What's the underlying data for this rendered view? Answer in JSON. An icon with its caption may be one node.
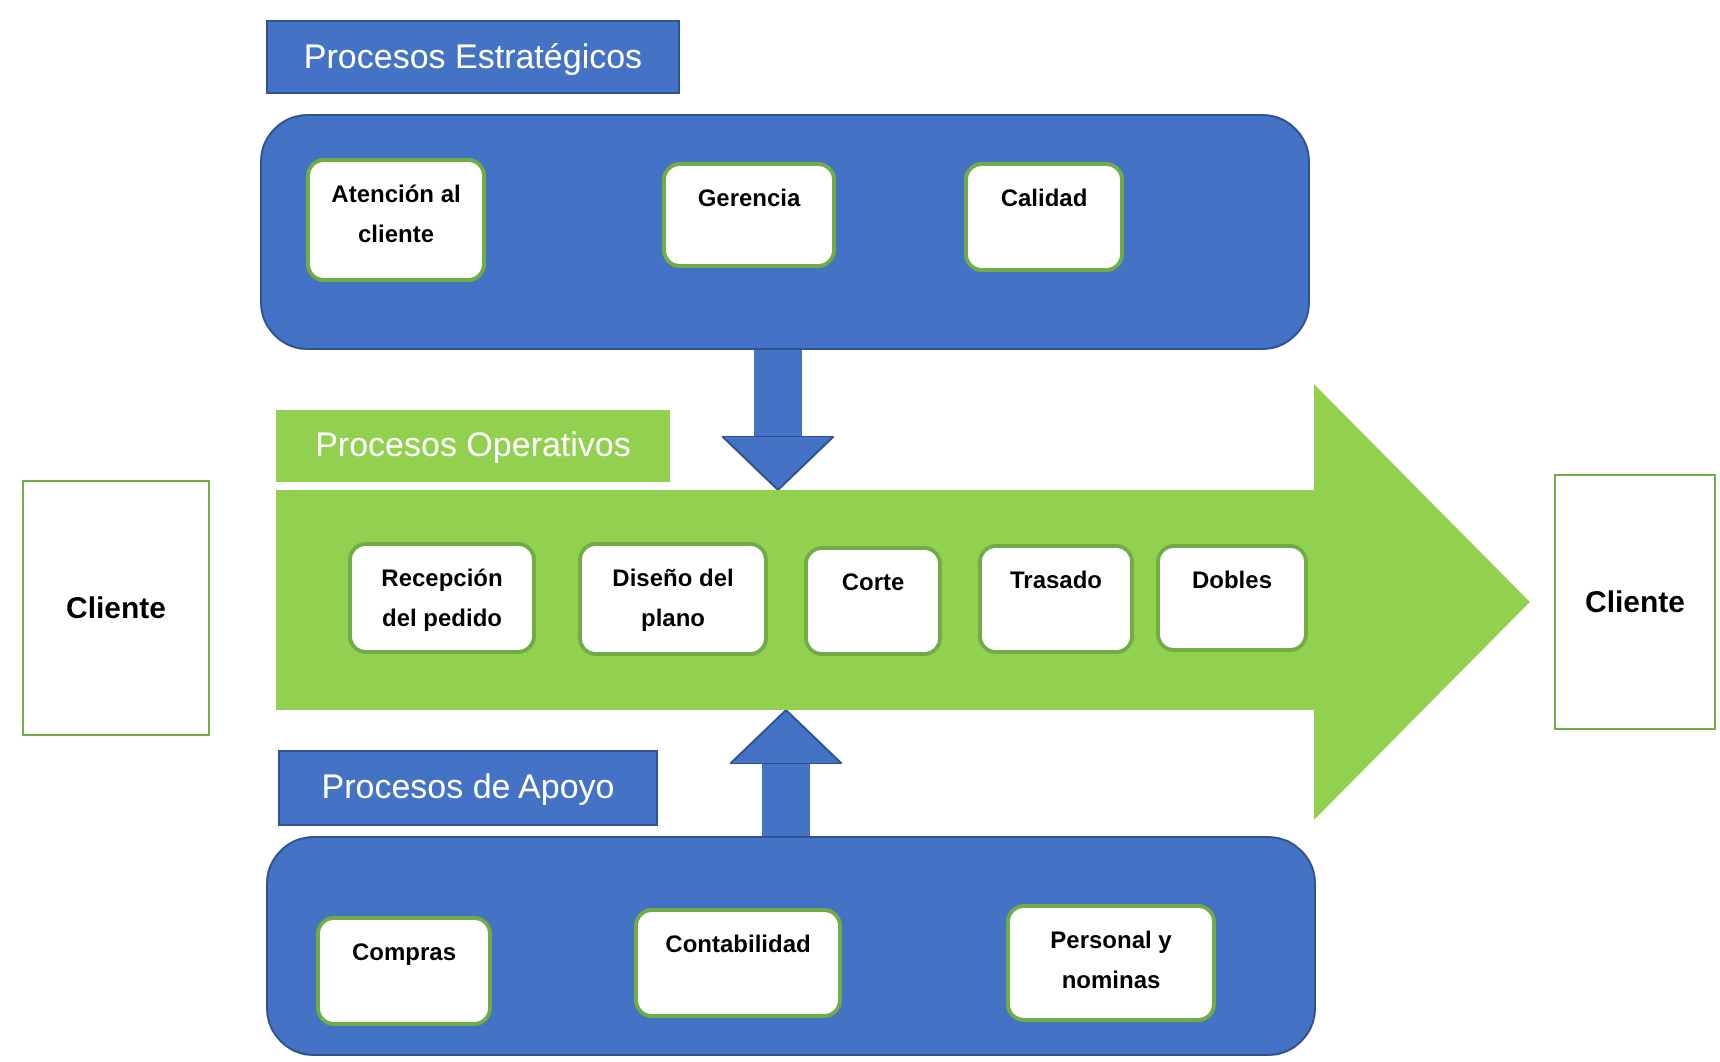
{
  "diagram": {
    "nodes": [
      {
        "text": [
          "Procesos Estratégicos"
        ]
      },
      {
        "text": [],
        "shape": "box"
      },
      {
        "text": [
          "Atención al cliente"
        ],
        "in": 1
      },
      {
        "text": [
          "Gerencia"
        ],
        "in": 1
      },
      {
        "text": [
          "Calidad"
        ],
        "in": 1
      },
      {
        "text": [
          "Procesos Operativos"
        ]
      },
      {
        "text": [],
        "shape": "arrow"
      },
      {
        "text": [
          "Recepción del pedido"
        ],
        "in": 6
      },
      {
        "text": [
          "Diseño del plano"
        ],
        "in": 6
      },
      {
        "text": [
          "Corte"
        ],
        "in": 6
      },
      {
        "text": [
          "Trasado"
        ],
        "in": 6
      },
      {
        "text": [
          "Dobles"
        ],
        "in": 6
      },
      {
        "text": [
          "Procesos de Apoyo"
        ]
      },
      {
        "text": [],
        "shape": "box"
      },
      {
        "text": [
          "Compras"
        ],
        "in": 13
      },
      {
        "text": [
          "Contabilidad"
        ],
        "in": 13
      },
      {
        "text": [
          "Personal y nominas"
        ],
        "in": 13
      },
      {
        "text": [
          "Cliente"
        ]
      },
      {
        "text": [
          "Cliente"
        ]
      }
    ],
    "edges": [
      {
        "from": 1,
        "to": 6,
        "arrow": "to"
      },
      {
        "from": 13,
        "to": 6,
        "arrow": "to"
      }
    ]
  }
}
